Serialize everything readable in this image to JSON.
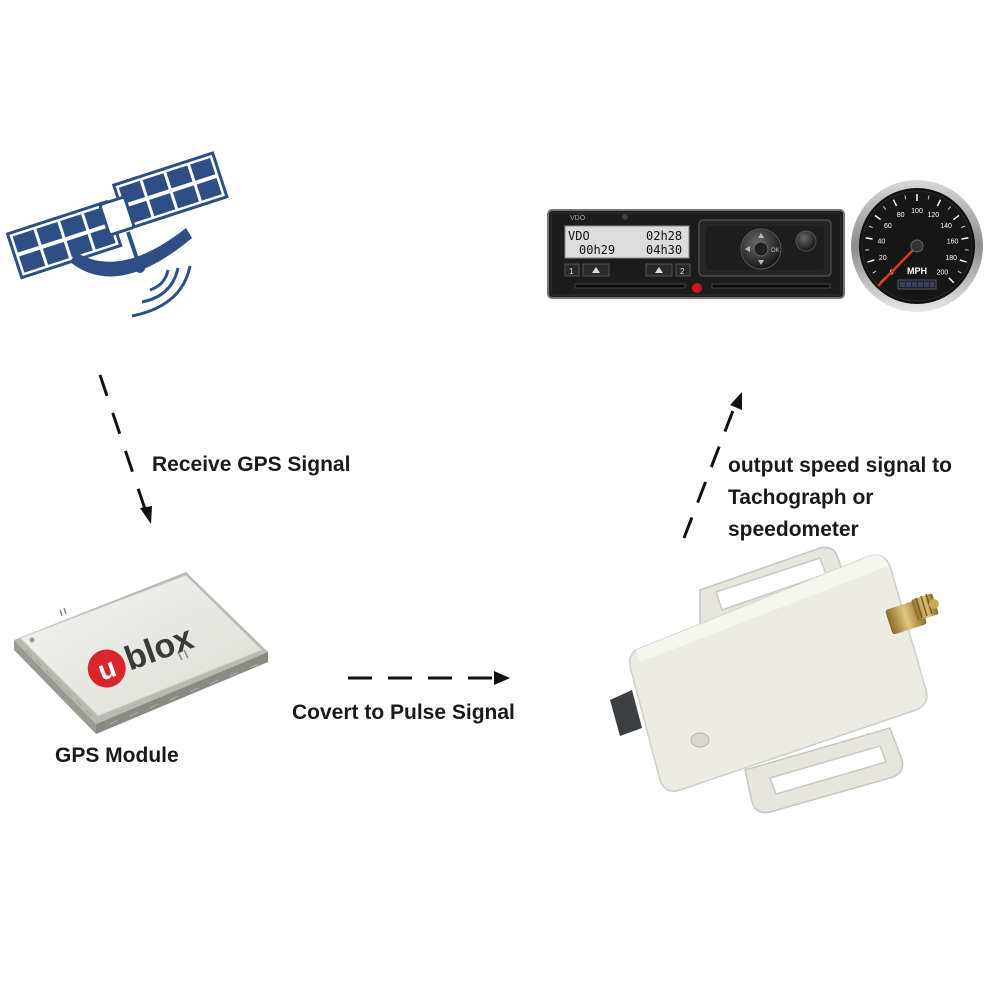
{
  "labels": {
    "receive": "Receive GPS Signal",
    "gps_module": "GPS Module",
    "covert": "Covert to Pulse Signal",
    "output": "output speed signal to\nTachograph or\nspeedometer"
  },
  "module_logo": {
    "u": "u",
    "blox": "blox"
  },
  "tachograph": {
    "brand": "VDO",
    "display_line1_left": "VDO",
    "display_line1_right": "02h28",
    "display_line2_left": "00h29",
    "display_line2_right": "04h30",
    "button_1": "1",
    "button_2": "2",
    "ok": "OK"
  },
  "speedometer": {
    "unit": "MPH",
    "ticks": [
      "0",
      "20",
      "40",
      "60",
      "80",
      "100",
      "120",
      "140",
      "160",
      "180",
      "200"
    ]
  },
  "colors": {
    "text": "#1a1a1a",
    "satellite_blue": "#2d4f86",
    "ublox_red": "#d8262c",
    "converter_body": "#ecece4"
  }
}
